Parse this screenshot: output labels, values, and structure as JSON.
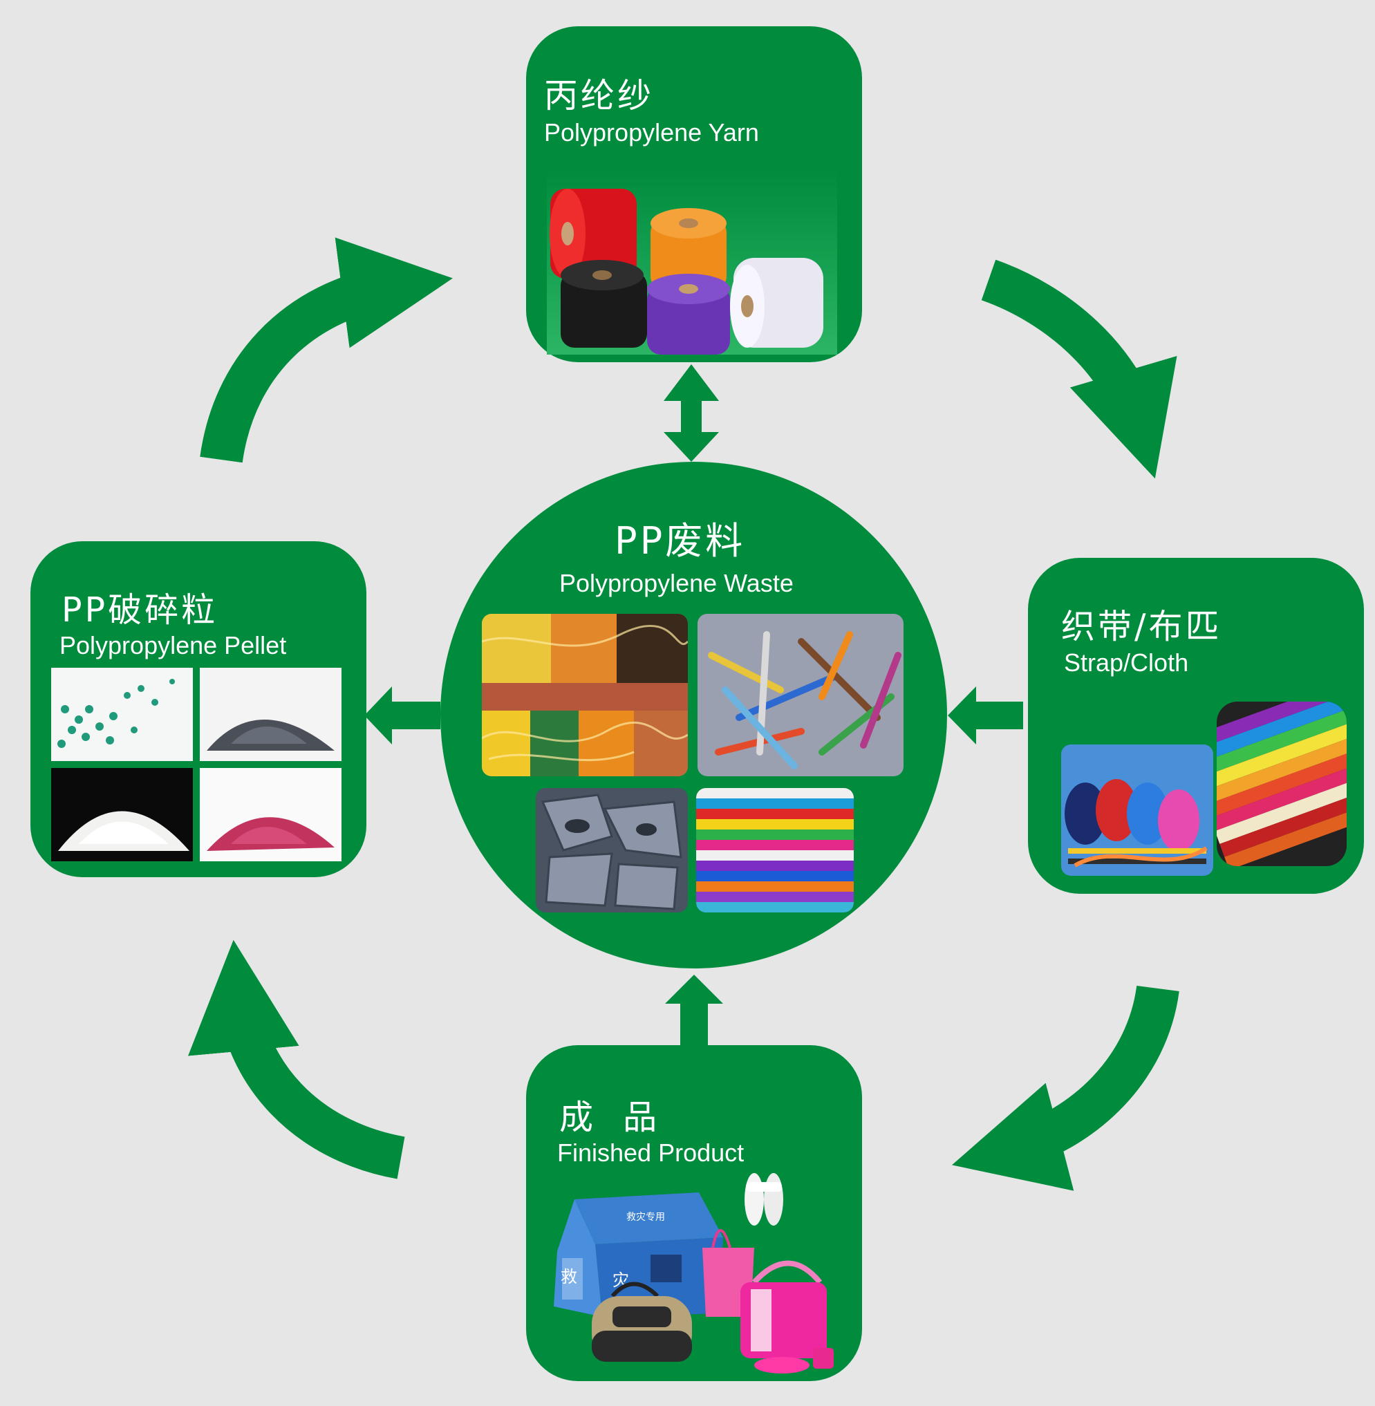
{
  "colors": {
    "green": "#008b3d",
    "background": "#e6e6e6",
    "text": "#ffffff"
  },
  "nodes": {
    "yarn": {
      "cn": "丙纶纱",
      "en": "Polypropylene Yarn"
    },
    "waste": {
      "cn": "PP废料",
      "en": "Polypropylene Waste"
    },
    "pellet": {
      "cn": "PP破碎粒",
      "en": "Polypropylene Pellet"
    },
    "strap": {
      "cn": "织带/布匹",
      "en": "Strap/Cloth"
    },
    "finished": {
      "cn": "成  品",
      "en": "Finished Product"
    }
  },
  "photos": {
    "yarn": [
      "red-yarn-spool",
      "orange-yarn-spool",
      "black-yarn-spool",
      "purple-yarn-spool",
      "white-yarn-spool"
    ],
    "waste": [
      "fiber-waste-bales",
      "strap-scrap",
      "gray-plastic-scrap",
      "corrugated-pp-sheets"
    ],
    "pellet": [
      "green-pellets",
      "gray-pellets",
      "white-pellets",
      "pink-pellets"
    ],
    "strap": [
      "webbing-rolls",
      "fabric-rolls"
    ],
    "finished": [
      "blue-tent",
      "slippers",
      "duffel-bag",
      "pink-tote-bag",
      "pink-handbag"
    ]
  },
  "tent_text": [
    "救",
    "灾",
    "救灾专用"
  ]
}
